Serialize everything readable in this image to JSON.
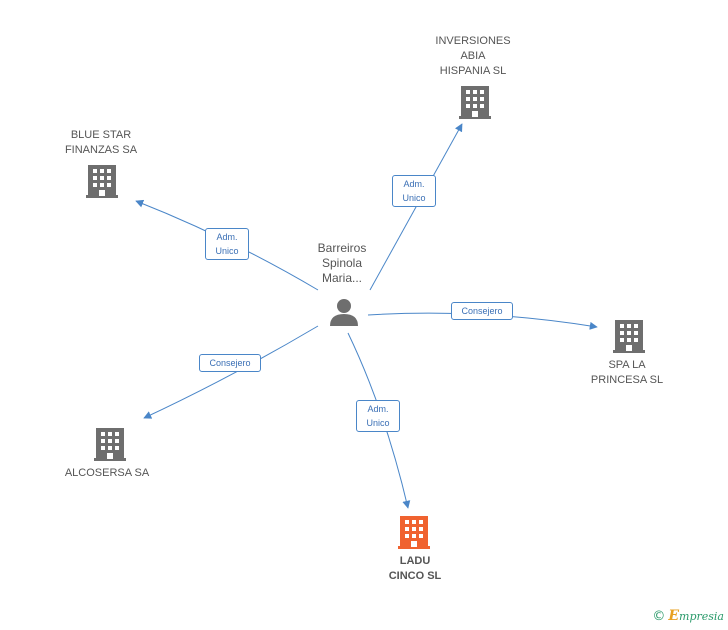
{
  "center": {
    "label": "Barreiros\nSpinola\nMaria...",
    "icon": "person-icon",
    "color": "#6e6e6e"
  },
  "companies": [
    {
      "id": "inversiones",
      "label": "INVERSIONES\nABIA\nHISPANIA  SL",
      "icon": "building-icon",
      "color": "#6e6e6e"
    },
    {
      "id": "bluestar",
      "label": "BLUE STAR\nFINANZAS SA",
      "icon": "building-icon",
      "color": "#6e6e6e"
    },
    {
      "id": "spa",
      "label": "SPA LA\nPRINCESA SL",
      "icon": "building-icon",
      "color": "#6e6e6e"
    },
    {
      "id": "alcosersa",
      "label": "ALCOSERSA SA",
      "icon": "building-icon",
      "color": "#6e6e6e"
    },
    {
      "id": "ladu",
      "label": "LADU\nCINCO SL",
      "icon": "building-icon",
      "color": "#f0622f"
    }
  ],
  "relations": [
    {
      "to": "inversiones",
      "label": "Adm.\nUnico"
    },
    {
      "to": "bluestar",
      "label": "Adm.\nUnico"
    },
    {
      "to": "spa",
      "label": "Consejero"
    },
    {
      "to": "alcosersa",
      "label": "Consejero"
    },
    {
      "to": "ladu",
      "label": "Adm.\nUnico"
    }
  ],
  "edge_color": "#4a86c8",
  "brand": {
    "copyright": "©",
    "name": "mpresia",
    "initial": "E"
  }
}
